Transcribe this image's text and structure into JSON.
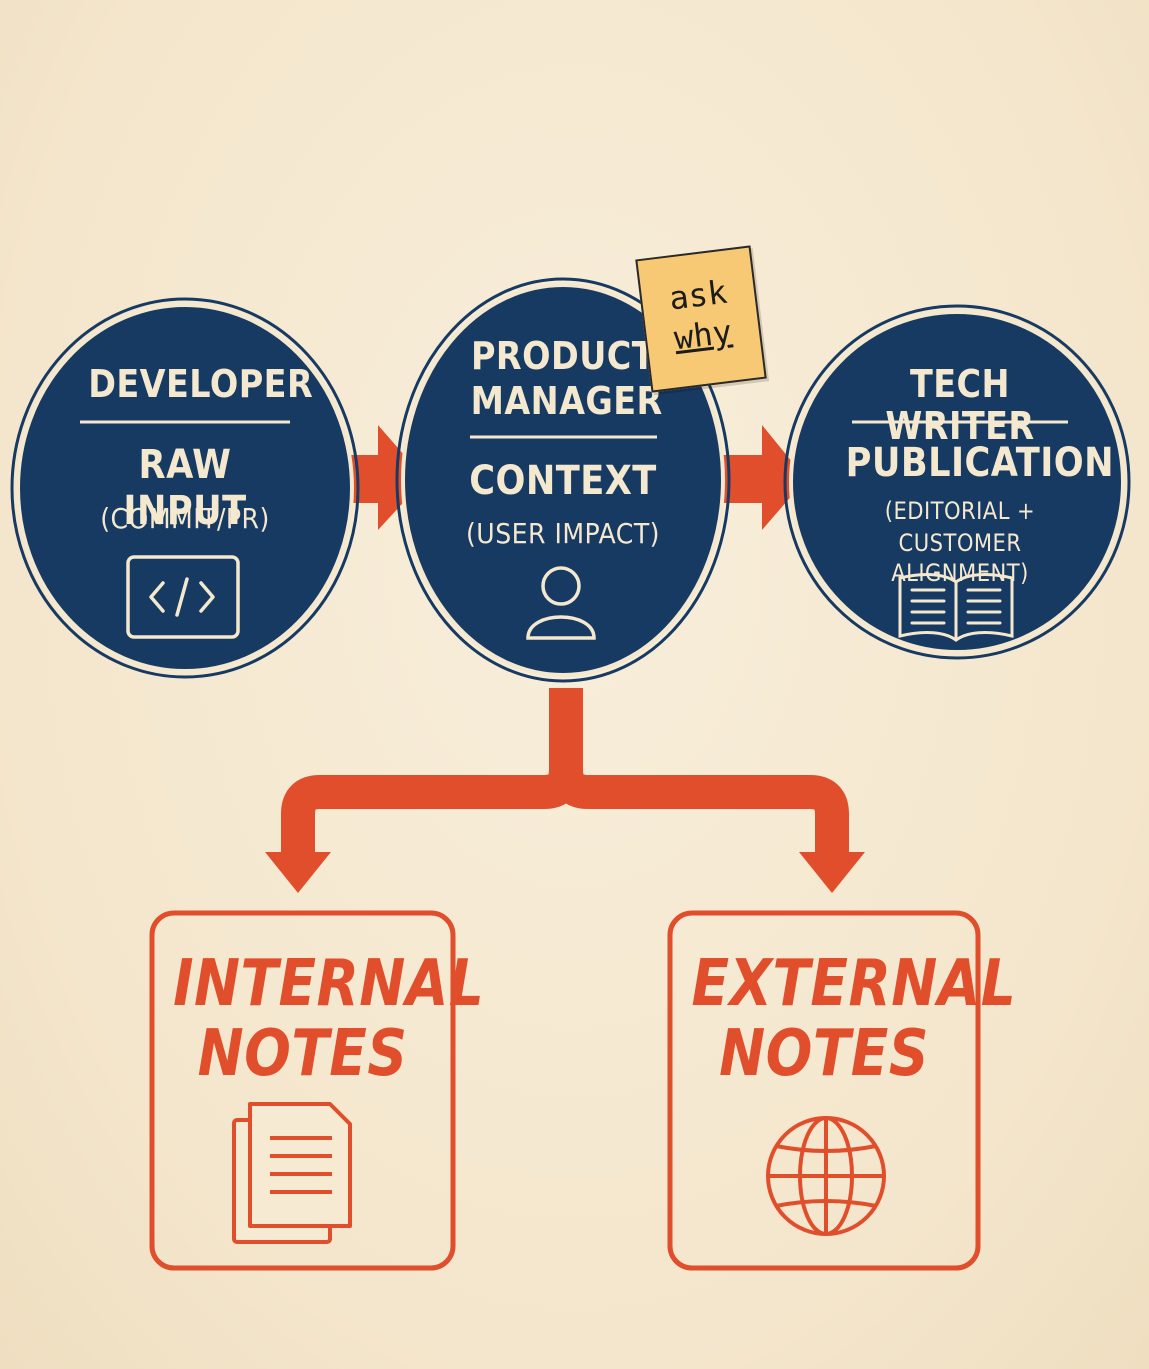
{
  "nodes": {
    "developer": {
      "role": "DEVELOPER",
      "stage": "RAW INPUT",
      "detail": "(COMMIT/PR)"
    },
    "product_manager": {
      "role_line1": "PRODUCT",
      "role_line2": "MANAGER",
      "stage": "CONTEXT",
      "detail": "(USER IMPACT)"
    },
    "tech_writer": {
      "role": "TECH WRITER",
      "stage": "PUBLICATION",
      "detail_line1": "(EDITORIAL +",
      "detail_line2": "CUSTOMER ALIGNMENT)"
    }
  },
  "sticky_note": {
    "line1": "ask",
    "line2": "why"
  },
  "outputs": {
    "internal": {
      "line1": "INTERNAL",
      "line2": "NOTES"
    },
    "external": {
      "line1": "EXTERNAL",
      "line2": "NOTES"
    }
  },
  "icons": [
    "code-icon",
    "user-icon",
    "book-icon",
    "documents-icon",
    "globe-icon"
  ],
  "colors": {
    "background": "#f6ead3",
    "navy": "#173a63",
    "cream": "#f4e8cf",
    "orange": "#e04e2c",
    "note": "#f8c974"
  }
}
